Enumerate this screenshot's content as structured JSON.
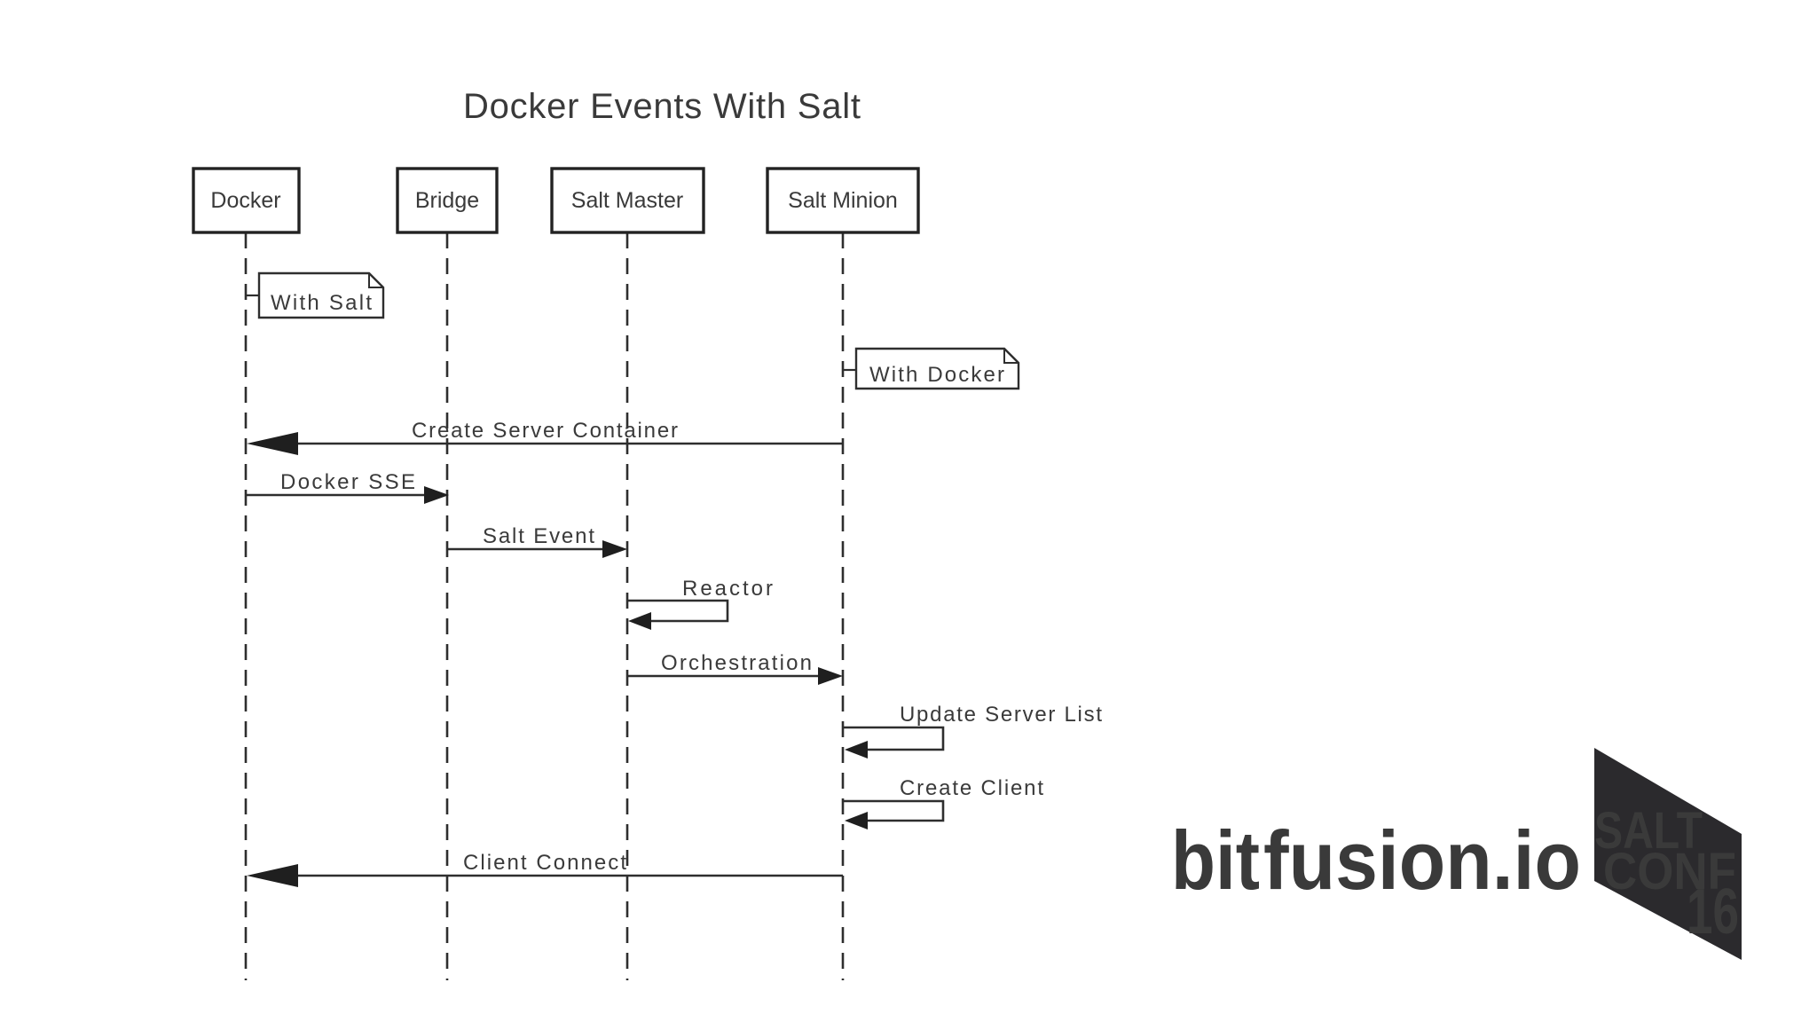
{
  "slide": {
    "title": "Docker Events With Salt"
  },
  "colors": {
    "text": "#3a3a3a",
    "line": "#2e2e2e",
    "bitfusion_dark": "#474749",
    "bitfusion_blue": "#3fa0c6",
    "saltconf_bg": "#2b2a2d",
    "saltconf_accent": "#32b4e4"
  },
  "actors": [
    {
      "label": "Docker"
    },
    {
      "label": "Bridge"
    },
    {
      "label": "Salt Master"
    },
    {
      "label": "Salt Minion"
    }
  ],
  "notes": [
    {
      "label": "With Salt",
      "attached_to": "Docker"
    },
    {
      "label": "With Docker",
      "attached_to": "Salt Minion"
    }
  ],
  "messages": [
    {
      "label": "Create Server Container",
      "from": "Salt Minion",
      "to": "Docker"
    },
    {
      "label": "Docker SSE",
      "from": "Docker",
      "to": "Bridge"
    },
    {
      "label": "Salt Event",
      "from": "Bridge",
      "to": "Salt Master"
    },
    {
      "label": "Reactor",
      "from": "Salt Master",
      "to": "Salt Master"
    },
    {
      "label": "Orchestration",
      "from": "Salt Master",
      "to": "Salt Minion"
    },
    {
      "label": "Update Server List",
      "from": "Salt Minion",
      "to": "Salt Minion"
    },
    {
      "label": "Create Client",
      "from": "Salt Minion",
      "to": "Salt Minion"
    },
    {
      "label": "Client Connect",
      "from": "Salt Minion",
      "to": "Docker"
    }
  ],
  "logos": {
    "bitfusion": {
      "part_dark": "bit",
      "part_blue": "fusion.io"
    },
    "saltconf": {
      "line1": "SALT",
      "line2": "CONF",
      "year": "16"
    }
  }
}
